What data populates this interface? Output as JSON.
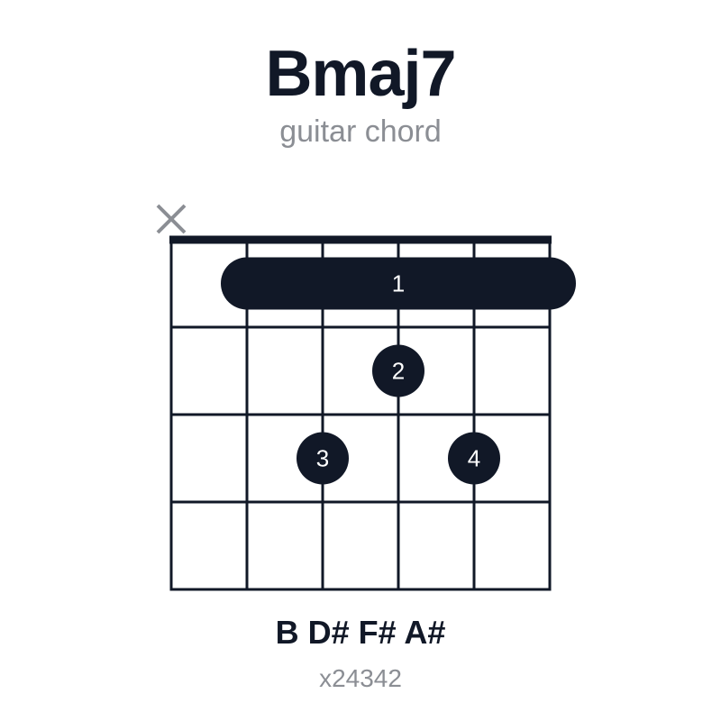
{
  "chord": {
    "name": "Bmaj7",
    "type_label": "guitar chord",
    "notes_label": "B D# F# A#",
    "fingering_code": "x24342"
  },
  "diagram": {
    "strings": 6,
    "frets": 4,
    "muted_strings": [
      1
    ],
    "barre": {
      "fret": 1,
      "from_string": 2,
      "to_string": 6,
      "finger": "1"
    },
    "dots": [
      {
        "string": 4,
        "fret": 2,
        "finger": "2"
      },
      {
        "string": 3,
        "fret": 3,
        "finger": "3"
      },
      {
        "string": 5,
        "fret": 3,
        "finger": "4"
      }
    ],
    "colors": {
      "ink": "#111827",
      "muted": "#8b8e94",
      "finger_text": "#ffffff"
    }
  }
}
